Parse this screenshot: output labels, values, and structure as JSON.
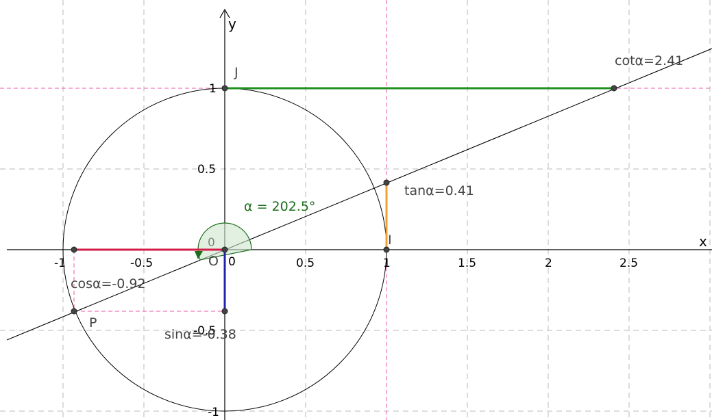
{
  "axes": {
    "x_label": "x",
    "y_label": "y",
    "x_ticks": [
      "-1",
      "-0.5",
      "0",
      "0.5",
      "1",
      "1.5",
      "2",
      "2.5"
    ],
    "y_ticks": [
      "1",
      "0.5",
      "0",
      "-0.5",
      "-1"
    ]
  },
  "points": {
    "O": "O",
    "J": "J",
    "I": "I",
    "P": "P"
  },
  "angle": {
    "label": "α = 202.5°",
    "degrees": 202.5,
    "color": "#1b6e1b"
  },
  "labels": {
    "cos": "cosα=-0.92",
    "sin": "sinα=-0.38",
    "tan": "tanα=0.41",
    "cot": "cotα=2.41"
  },
  "values": {
    "cos": -0.92,
    "sin": -0.38,
    "tan": 0.41,
    "cot": 2.41
  },
  "colors": {
    "cos_segment": "#d31c45",
    "sin_segment": "#2222b0",
    "tan_segment": "#f0a030",
    "cot_segment": "#1f8f1f",
    "helper_lines": "#ec5aa8"
  }
}
